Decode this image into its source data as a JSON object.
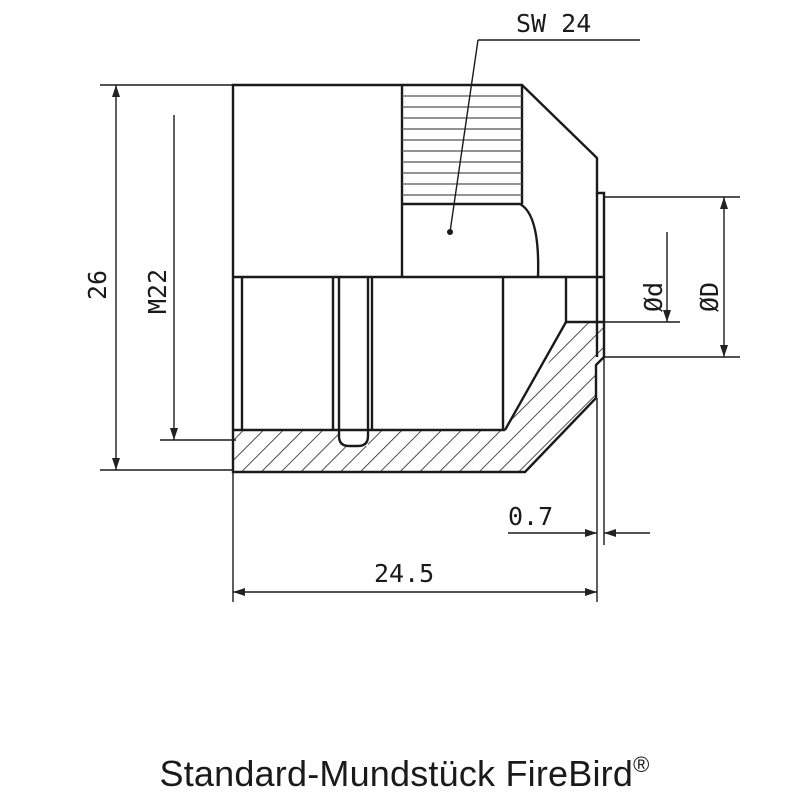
{
  "caption": {
    "title": "Standard-Mundstück FireBird",
    "mark": "®"
  },
  "dimensions": {
    "wrench_size": "SW 24",
    "height": "26",
    "thread": "M22",
    "length": "24.5",
    "offset": "0.7",
    "inner_diameter": "Ød",
    "outer_diameter": "ØD"
  }
}
